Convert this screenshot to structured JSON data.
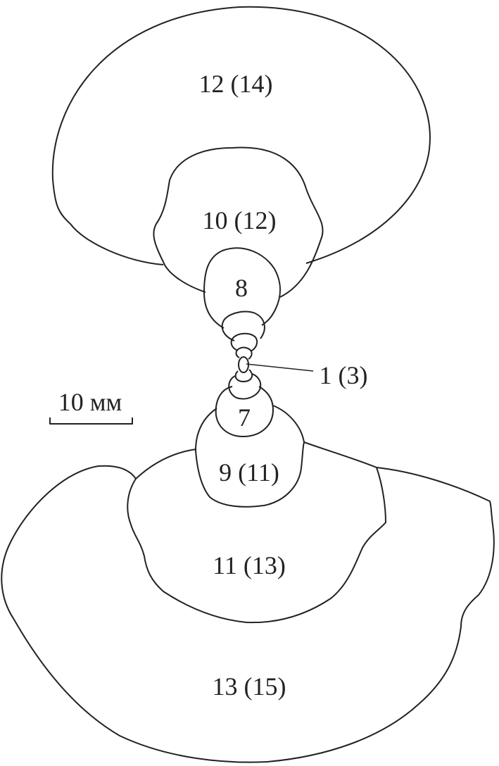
{
  "labels": {
    "whorl_12": "12 (14)",
    "whorl_10": "10 (12)",
    "whorl_8": "8",
    "whorl_1": "1 (3)",
    "whorl_7": "7",
    "whorl_9": "9 (11)",
    "whorl_11": "11 (13)",
    "whorl_13": "13 (15)"
  },
  "scale_bar": {
    "label": "10 мм"
  }
}
